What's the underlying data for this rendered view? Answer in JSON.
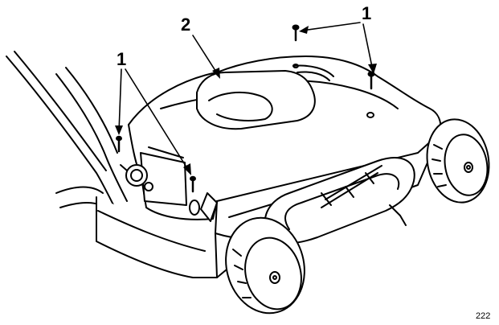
{
  "callouts": {
    "screws_right": "1",
    "cover": "2",
    "screws_left": "1"
  },
  "figure_number": "222",
  "colors": {
    "line": "#000000",
    "fill": "#ffffff"
  }
}
